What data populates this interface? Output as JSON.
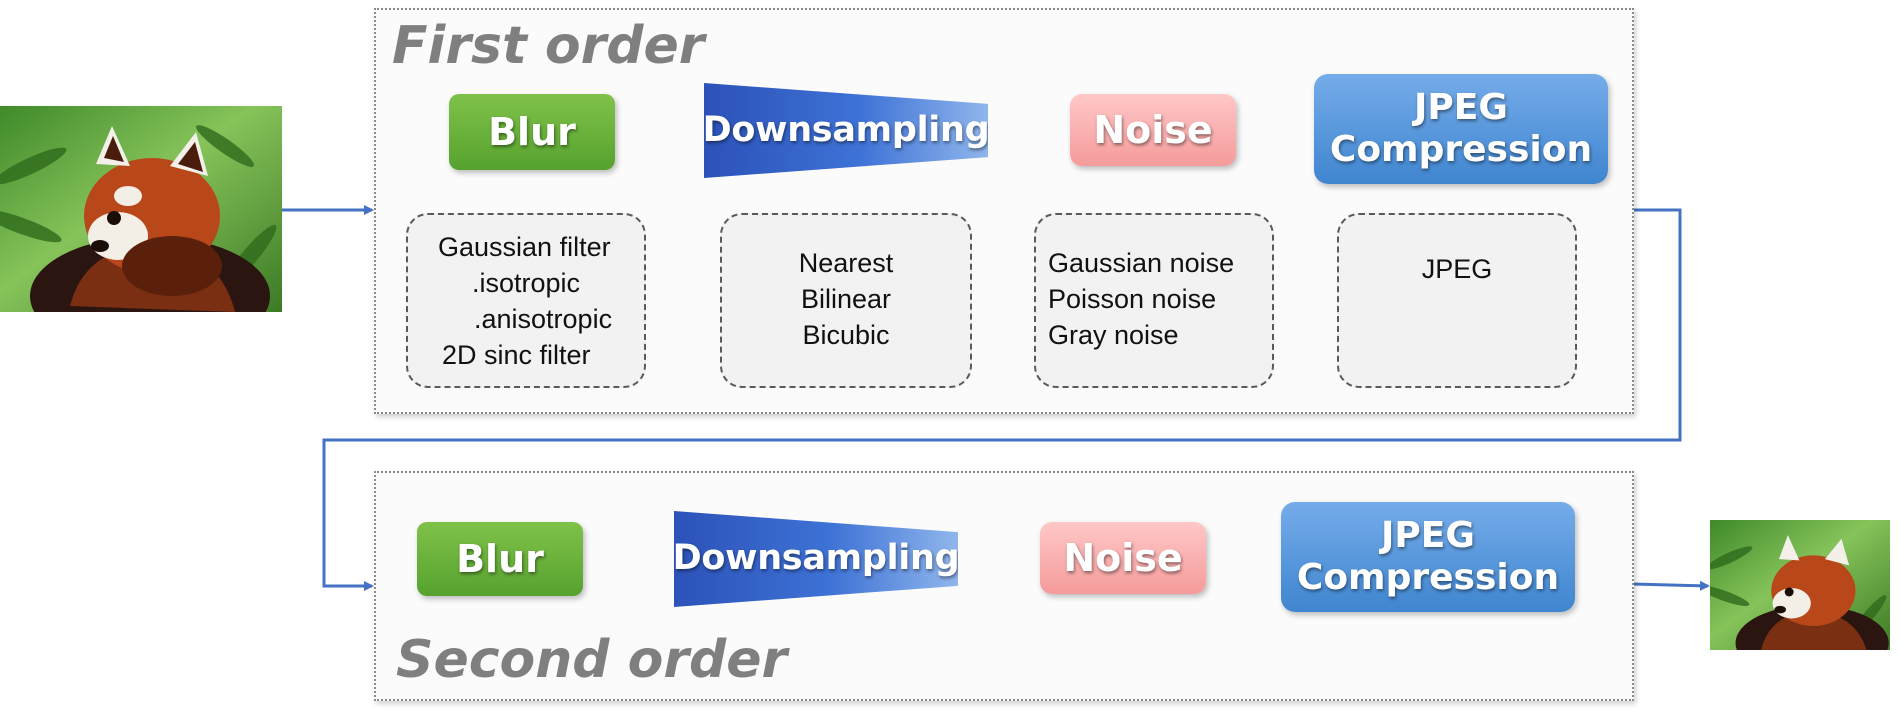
{
  "stages": {
    "first": {
      "title": "First order",
      "blur": "Blur",
      "downsampling": "Downsampling",
      "noise": "Noise",
      "jpeg": "JPEG\nCompression"
    },
    "second": {
      "title": "Second order",
      "blur": "Blur",
      "downsampling": "Downsampling",
      "noise": "Noise",
      "jpeg": "JPEG\nCompression"
    }
  },
  "options": {
    "blur": [
      "Gaussian filter",
      ".isotropic",
      ".anisotropic",
      "2D sinc filter"
    ],
    "downsampling": [
      "Nearest",
      "Bilinear",
      "Bicubic"
    ],
    "noise": [
      "Gaussian noise",
      "Poisson noise",
      "Gray noise"
    ],
    "jpeg": [
      "JPEG"
    ]
  },
  "colors": {
    "blur": "#5fa834",
    "downsampling": "#2c52b8",
    "noise": "#f7a8a8",
    "jpeg": "#4a8fd8",
    "arrow": "#4472c4",
    "stage_title": "#7f7f7f"
  },
  "images": {
    "input": "red-panda-image",
    "output": "red-panda-image"
  }
}
